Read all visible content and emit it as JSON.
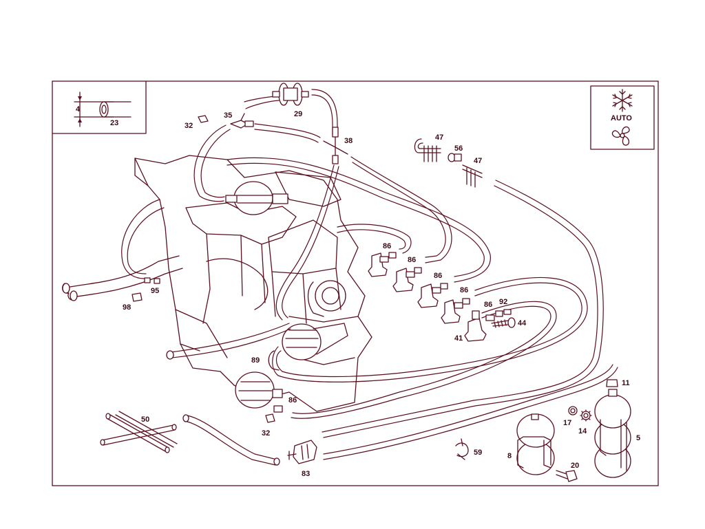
{
  "diagram": {
    "labels": {
      "l4": "4",
      "l23": "23",
      "l29": "29",
      "l32a": "32",
      "l35": "35",
      "l38": "38",
      "l47a": "47",
      "l56": "56",
      "l47b": "47",
      "l86a": "86",
      "l86b": "86",
      "l86c": "86",
      "l86d": "86",
      "l86e": "86",
      "l92": "92",
      "l44": "44",
      "l41": "41",
      "l95": "95",
      "l98": "98",
      "l89": "89",
      "l86f": "86",
      "l32b": "32",
      "l50": "50",
      "l83": "83",
      "l59": "59",
      "l8": "8",
      "l20": "20",
      "l17": "17",
      "l14": "14",
      "l11": "11",
      "l5": "5"
    },
    "inset": {
      "mode": "AUTO"
    },
    "icons": [
      "snowflake-icon",
      "fan-icon"
    ],
    "colors": {
      "line": "#5a0f1e",
      "text": "#3a0a14",
      "background": "#ffffff"
    }
  }
}
